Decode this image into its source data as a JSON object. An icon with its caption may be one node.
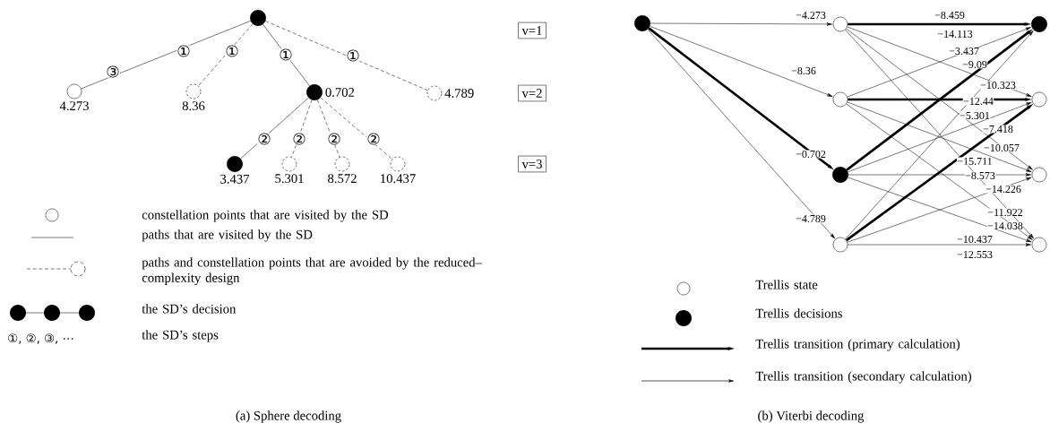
{
  "diagram": {
    "nodes": [
      {
        "text": [],
        "shape": "circle"
      },
      {
        "text": [],
        "shape": "circle",
        "beside": [
          "4.273"
        ]
      },
      {
        "text": [],
        "shape": "circle",
        "beside": [
          "8.36"
        ]
      },
      {
        "text": [],
        "shape": "circle",
        "beside": [
          "0.702"
        ]
      },
      {
        "text": [],
        "shape": "circle",
        "beside": [
          "4.789"
        ]
      },
      {
        "text": [],
        "shape": "circle",
        "beside": [
          "3.437"
        ]
      },
      {
        "text": [],
        "shape": "circle",
        "beside": [
          "5.301"
        ]
      },
      {
        "text": [],
        "shape": "circle",
        "beside": [
          "8.572"
        ]
      },
      {
        "text": [],
        "shape": "circle",
        "beside": [
          "10.437"
        ]
      },
      {
        "text": [
          "v=1"
        ]
      },
      {
        "text": [
          "v=2"
        ]
      },
      {
        "text": [
          "v=3"
        ]
      },
      {
        "text": [],
        "shape": "circle"
      },
      {
        "text": [],
        "shape": "circle"
      },
      {
        "text": [],
        "shape": "circle"
      },
      {
        "text": [],
        "shape": "circle"
      },
      {
        "text": [],
        "shape": "circle"
      },
      {
        "text": [],
        "shape": "circle"
      },
      {
        "text": [],
        "shape": "circle"
      },
      {
        "text": [],
        "shape": "circle"
      },
      {
        "text": [],
        "shape": "circle"
      }
    ],
    "edges": [
      {
        "from": 0,
        "to": 1,
        "arrow": "none",
        "label": "①"
      },
      {
        "from": 0,
        "to": 2,
        "arrow": "none",
        "label": "①",
        "style": "dashed"
      },
      {
        "from": 0,
        "to": 3,
        "arrow": "none",
        "label": "①"
      },
      {
        "from": 0,
        "to": 4,
        "arrow": "none",
        "label": "①",
        "style": "dashed"
      },
      {
        "from": 3,
        "to": 5,
        "arrow": "none",
        "label": "②"
      },
      {
        "from": 3,
        "to": 6,
        "arrow": "none",
        "label": "②",
        "style": "dashed"
      },
      {
        "from": 3,
        "to": 7,
        "arrow": "none",
        "label": "②",
        "style": "dashed"
      },
      {
        "from": 3,
        "to": 8,
        "arrow": "none",
        "label": "②",
        "style": "dashed"
      },
      {
        "from": 12,
        "to": 13,
        "arrow": "to",
        "label": "−4.273"
      },
      {
        "from": 12,
        "to": 14,
        "arrow": "to",
        "label": "−8.36"
      },
      {
        "from": 12,
        "to": 15,
        "arrow": "to",
        "label": "−0.702",
        "style": "thick"
      },
      {
        "from": 12,
        "to": 16,
        "arrow": "to",
        "label": "−4.789"
      },
      {
        "from": 13,
        "to": 17,
        "arrow": "to",
        "label": "−8.459",
        "style": "thick"
      },
      {
        "from": 14,
        "to": 17,
        "arrow": "to",
        "label": "−14.113"
      },
      {
        "from": 15,
        "to": 17,
        "arrow": "to",
        "label": "−3.437",
        "style": "thick"
      },
      {
        "from": 16,
        "to": 17,
        "arrow": "to",
        "label": "−9.09"
      },
      {
        "from": 13,
        "to": 18,
        "arrow": "to",
        "label": "−10.323"
      },
      {
        "from": 14,
        "to": 18,
        "arrow": "to",
        "label": "−12.44",
        "style": "thick"
      },
      {
        "from": 15,
        "to": 18,
        "arrow": "to",
        "label": "−5.301"
      },
      {
        "from": 16,
        "to": 18,
        "arrow": "to",
        "label": "−7.418",
        "style": "thick"
      },
      {
        "from": 13,
        "to": 19,
        "arrow": "to",
        "label": "−10.057"
      },
      {
        "from": 14,
        "to": 19,
        "arrow": "to",
        "label": "−15.711"
      },
      {
        "from": 15,
        "to": 19,
        "arrow": "to",
        "label": "−8.573"
      },
      {
        "from": 16,
        "to": 19,
        "arrow": "to",
        "label": "−14.226"
      },
      {
        "from": 13,
        "to": 20,
        "arrow": "to",
        "label": "−11.922"
      },
      {
        "from": 14,
        "to": 20,
        "arrow": "to",
        "label": "−14.038"
      },
      {
        "from": 15,
        "to": 20,
        "arrow": "to",
        "label": "−10.437"
      },
      {
        "from": 16,
        "to": 20,
        "arrow": "to",
        "label": "−12.553"
      }
    ],
    "labels": [
      "③",
      "①, ②, ③, ⋯",
      "(a) Sphere decoding",
      "(b) Viterbi decoding"
    ],
    "legend": [
      {
        "text": "constellation points that are visited by the SD"
      },
      {
        "text": "paths that are visited by the SD"
      },
      {
        "text": "paths and constellation points that are avoided by the reduced–complexity design"
      },
      {
        "text": "the SD’s decision"
      },
      {
        "text": "the SD’s steps"
      },
      {
        "text": "Trellis state"
      },
      {
        "text": "Trellis decisions"
      },
      {
        "text": "Trellis transition (primary calculation)"
      },
      {
        "text": "Trellis transition (secondary calculation)"
      }
    ]
  }
}
